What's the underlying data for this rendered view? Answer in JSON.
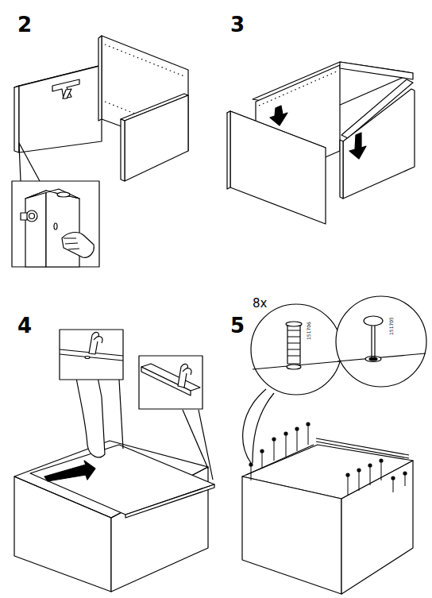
{
  "diagram": {
    "labels": [
      "2",
      "3",
      "4",
      "5",
      "8x",
      "151706",
      "151705"
    ]
  }
}
